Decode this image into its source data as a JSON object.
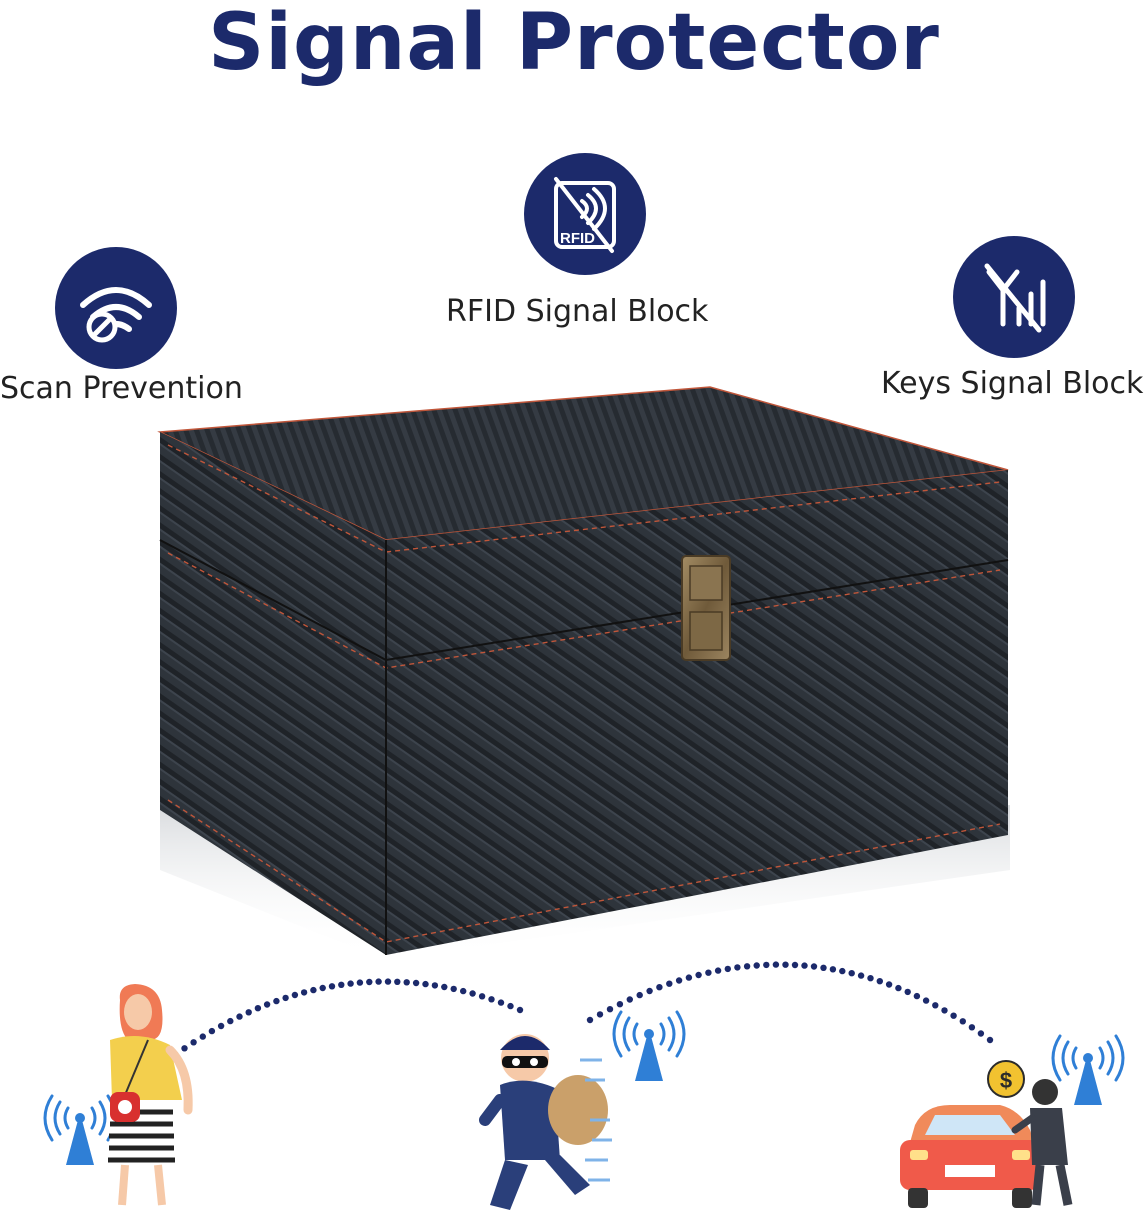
{
  "title": "Signal Protector",
  "features": {
    "scan": {
      "label": "Scan Prevention",
      "icon": "wifi-blocked-icon"
    },
    "rfid": {
      "label": "RFID Signal Block",
      "icon": "rfid-blocked-icon",
      "icon_text": "RFID"
    },
    "keys": {
      "label": "Keys Signal Block",
      "icon": "antenna-blocked-icon"
    }
  },
  "illustration": {
    "dollar_sign": "$"
  },
  "colors": {
    "brand_navy": "#1c2a6b",
    "signal_blue": "#2f7fd6",
    "stitch": "#c0563a"
  }
}
